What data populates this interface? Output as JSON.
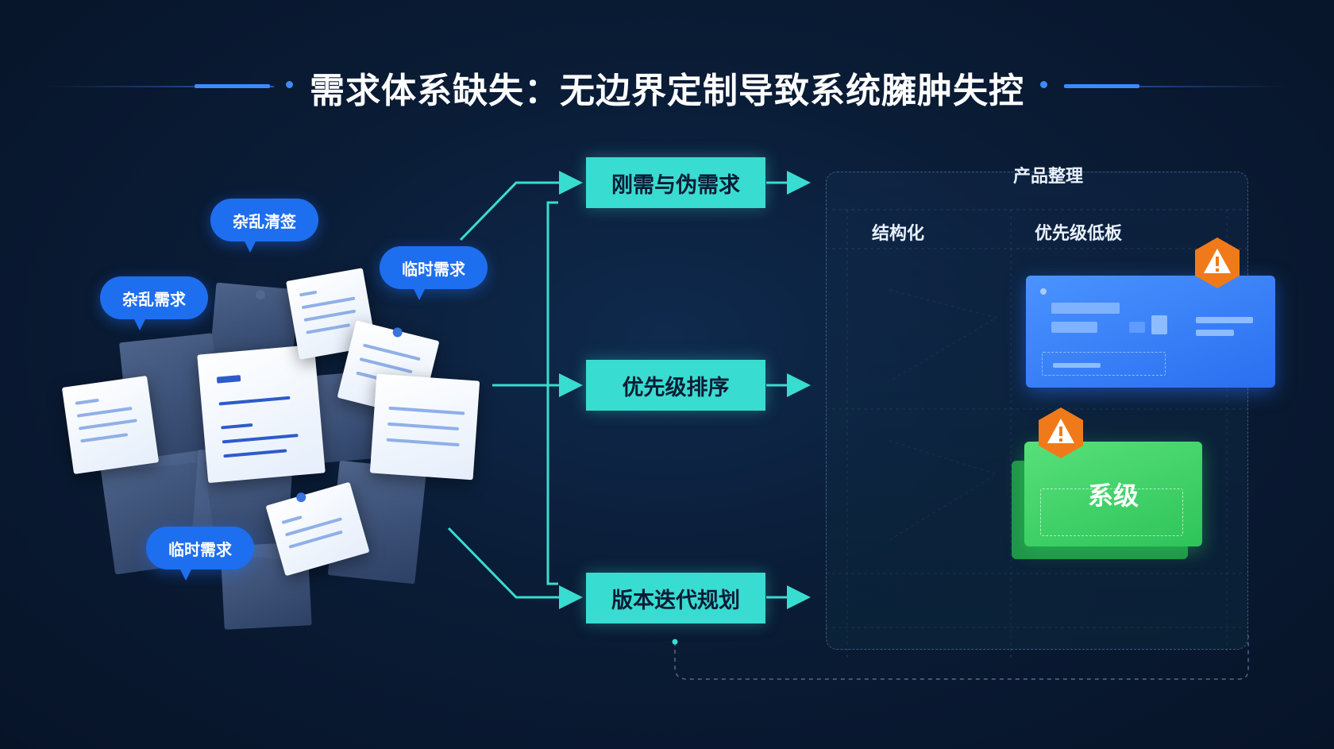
{
  "title": "需求体系缺失：无边界定制导致系统臃肿失控",
  "bubbles": {
    "b1": "杂乱清签",
    "b2": "杂乱需求",
    "b3": "临时需求",
    "b4": "临时需求"
  },
  "process": {
    "step1": "刚需与伪需求",
    "step2": "优先级排序",
    "step3": "版本迭代规划"
  },
  "product": {
    "label": "产品整理",
    "col1": "结构化",
    "col2": "优先级低板",
    "green_card": "系级"
  },
  "colors": {
    "accent_cyan": "#39dcd0",
    "bubble_blue": "#1e6ef0",
    "card_blue": "#2a6ff0",
    "card_green": "#2ec45a",
    "warning_orange": "#f07a1a"
  },
  "icons": [
    "warning-icon"
  ]
}
